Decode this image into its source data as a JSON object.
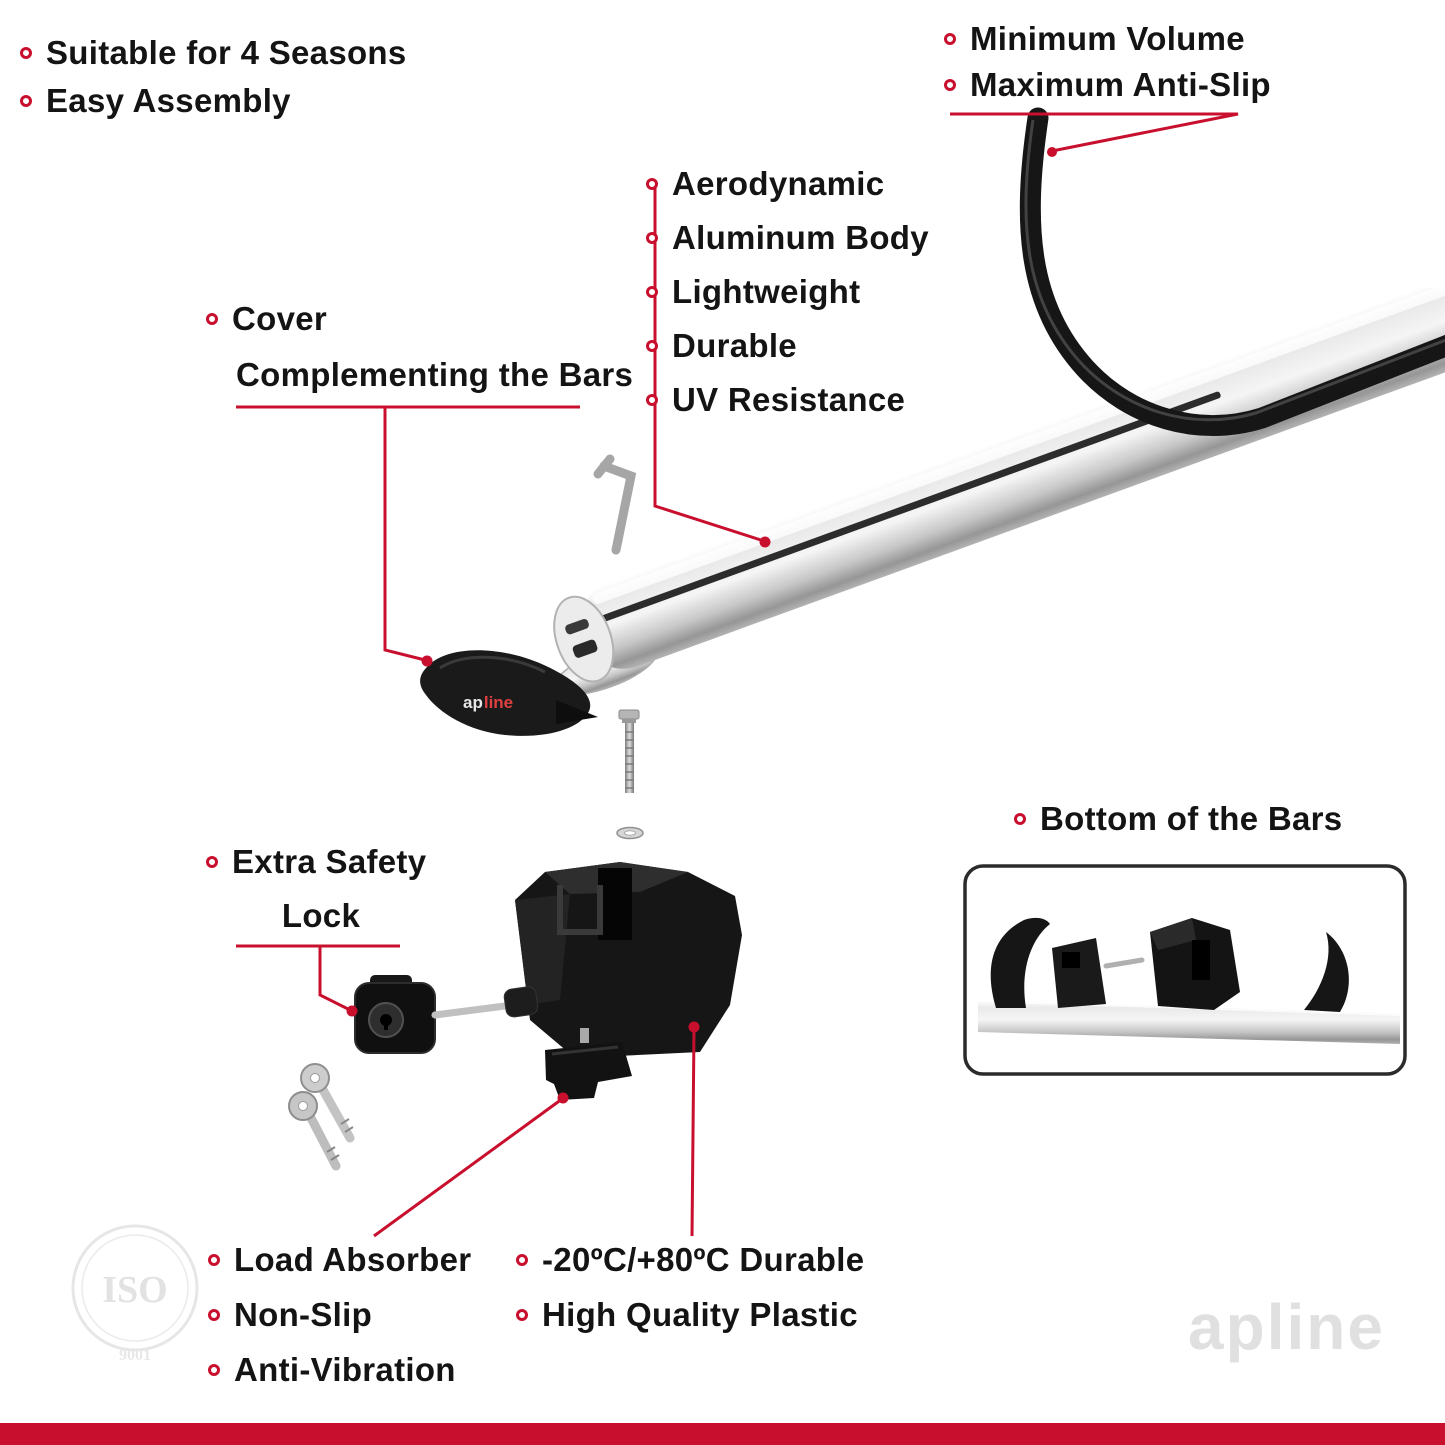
{
  "accent_color": "#C8102E",
  "top_left": {
    "items": [
      "Suitable for 4 Seasons",
      "Easy Assembly"
    ]
  },
  "top_right": {
    "items": [
      "Minimum Volume",
      "Maximum Anti-Slip"
    ]
  },
  "bar_features": {
    "items": [
      "Aerodynamic",
      "Aluminum Body",
      "Lightweight",
      "Durable",
      "UV Resistance"
    ]
  },
  "cover": {
    "line1": "Cover",
    "line2": "Complementing the Bars"
  },
  "safety_lock": {
    "line1": "Extra Safety",
    "line2": "Lock"
  },
  "bottom_of_bars": {
    "label": "Bottom of the Bars"
  },
  "bottom_left": {
    "items": [
      "Load Absorber",
      "Non-Slip",
      "Anti-Vibration"
    ]
  },
  "bottom_center": {
    "items": [
      "-20ºC/+80ºC Durable",
      "High Quality Plastic"
    ]
  },
  "brand": {
    "watermark": "apline",
    "logo_ap": "ap",
    "logo_line": "line"
  },
  "iso": {
    "name": "ISO",
    "number": "9001"
  }
}
